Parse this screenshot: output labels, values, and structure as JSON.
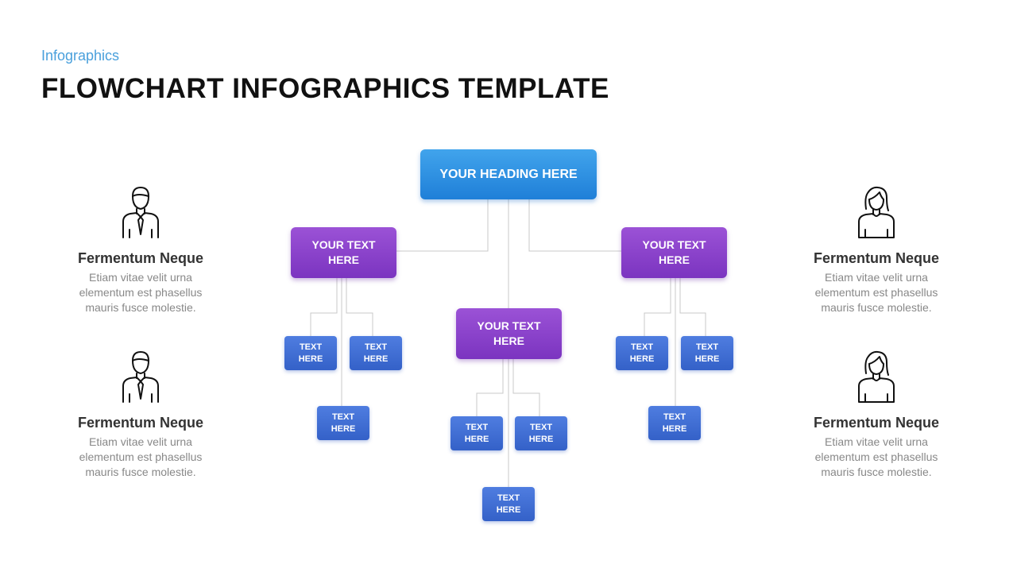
{
  "header": {
    "subtitle": "Infographics",
    "title": "FLOWCHART INFOGRAPHICS TEMPLATE"
  },
  "flowchart": {
    "heading": "YOUR HEADING HERE",
    "level2": [
      "YOUR TEXT\nHERE",
      "YOUR TEXT\nHERE",
      "YOUR TEXT\nHERE"
    ],
    "leaf_label": "TEXT\nHERE"
  },
  "profiles": [
    {
      "icon": "man-icon",
      "name": "Fermentum Neque",
      "desc": "Etiam vitae velit urna\nelementum  est phasellus\nmauris fusce molestie."
    },
    {
      "icon": "man-icon",
      "name": "Fermentum Neque",
      "desc": "Etiam vitae velit urna\nelementum  est phasellus\nmauris fusce molestie."
    },
    {
      "icon": "woman-icon",
      "name": "Fermentum Neque",
      "desc": "Etiam vitae velit urna\nelementum  est phasellus\nmauris fusce molestie."
    },
    {
      "icon": "woman-icon",
      "name": "Fermentum Neque",
      "desc": "Etiam vitae velit urna\nelementum  est phasellus\nmauris fusce molestie."
    }
  ],
  "colors": {
    "subtitle": "#4aa0dc",
    "heading_box": "#2a8ee2",
    "level2_box": "#8a44cc",
    "leaf_box": "#3f6fd6",
    "connector": "#c8c8c8"
  }
}
